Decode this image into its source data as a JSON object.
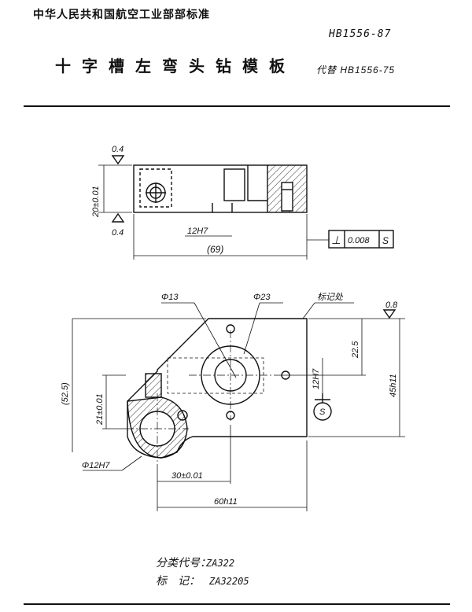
{
  "header": {
    "org": "中华人民共和国航空工业部部标准",
    "std_no": "HB1556-87",
    "title": "十字槽左弯头钻模板",
    "replaces": "代替 HB1556-75"
  },
  "top_view": {
    "roughness_top": "0.4",
    "roughness_bottom": "0.4",
    "height_dim": "20±0.01",
    "slot_dim": "12H7",
    "length_dim": "(69)",
    "tolerance_symbol": "⊥",
    "tolerance_value": "0.008",
    "datum": "S"
  },
  "front_view": {
    "hole_small": "Φ13",
    "hole_large": "Φ23",
    "mark_label": "标记处",
    "roughness": "0.8",
    "dim_22_5": "22.5",
    "dim_45": "45h11",
    "dim_52_5": "(52.5)",
    "dim_21": "21±0.01",
    "dim_12h7": "12H7",
    "datum_circle": "S",
    "dim_phi12": "Φ12H7",
    "dim_30": "30±0.01",
    "dim_60": "60h11"
  },
  "footer": {
    "class_label": "分类代号：",
    "class_value": "ZA322",
    "mark_label": "标　记：",
    "mark_value": "ZA32205"
  }
}
